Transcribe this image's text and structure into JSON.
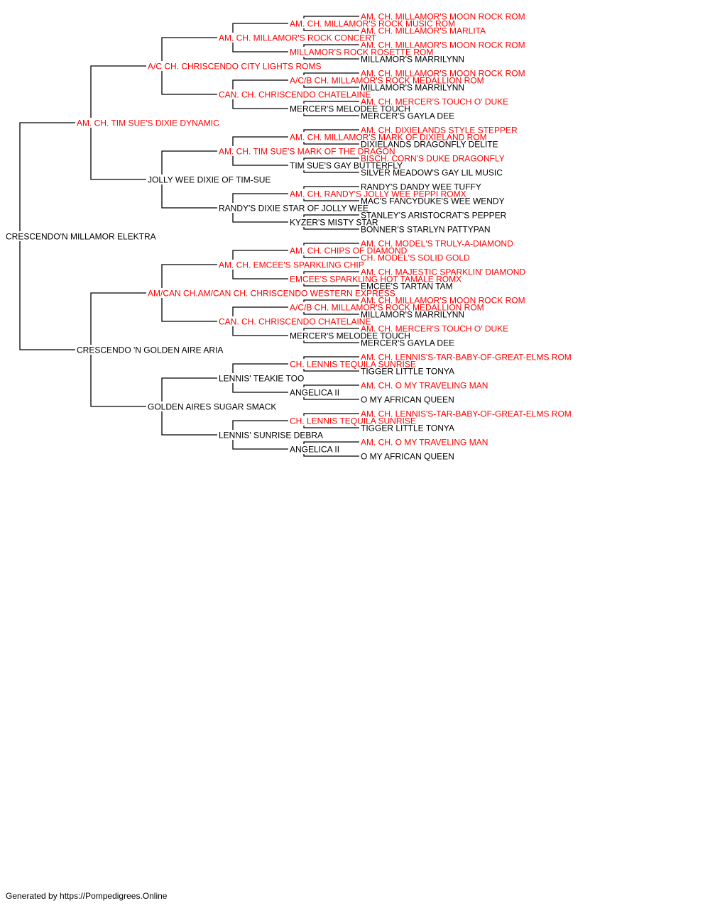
{
  "colors": {
    "champion": "#ff0000",
    "normal": "#000000",
    "line": "#000000"
  },
  "footer": "Generated by https://Pompedigrees.Online",
  "pedigree": {
    "name": "CRESCENDO'N MILLAMOR ELEKTRA",
    "ch": false,
    "sire": {
      "name": "AM. CH. TIM SUE'S DIXIE DYNAMIC",
      "ch": true,
      "sire": {
        "name": "A/C CH. CHRISCENDO CITY LIGHTS ROMS",
        "ch": true,
        "sire": {
          "name": "AM. CH. MILLAMOR'S ROCK CONCERT",
          "ch": true,
          "sire": {
            "name": "AM. CH. MILLAMOR'S ROCK MUSIC ROM",
            "ch": true,
            "sire": {
              "name": "AM. CH. MILLAMOR'S MOON ROCK ROM",
              "ch": true
            },
            "dam": {
              "name": "AM. CH. MILLAMOR'S MARLITA",
              "ch": true
            }
          },
          "dam": {
            "name": "MILLAMOR'S ROCK ROSETTE ROM",
            "ch": true,
            "sire": {
              "name": "AM. CH. MILLAMOR'S MOON ROCK ROM",
              "ch": true
            },
            "dam": {
              "name": "MILLAMOR'S MARRILYNN",
              "ch": false
            }
          }
        },
        "dam": {
          "name": "CAN. CH. CHRISCENDO CHATELAINE",
          "ch": true,
          "sire": {
            "name": "A/C/B CH. MILLAMOR'S ROCK MEDALLION ROM",
            "ch": true,
            "sire": {
              "name": "AM. CH. MILLAMOR'S MOON ROCK ROM",
              "ch": true
            },
            "dam": {
              "name": "MILLAMOR'S MARRILYNN",
              "ch": false
            }
          },
          "dam": {
            "name": "MERCER'S MELODEE TOUCH",
            "ch": false,
            "sire": {
              "name": "AM. CH. MERCER'S TOUCH O' DUKE",
              "ch": true
            },
            "dam": {
              "name": "MERCER'S GAYLA DEE",
              "ch": false
            }
          }
        }
      },
      "dam": {
        "name": "JOLLY WEE DIXIE OF TIM-SUE",
        "ch": false,
        "sire": {
          "name": "AM. CH. TIM SUE'S MARK OF THE DRAGON",
          "ch": true,
          "sire": {
            "name": "AM. CH. MILLAMOR'S MARK OF DIXIELAND ROM",
            "ch": true,
            "sire": {
              "name": "AM. CH. DIXIELANDS STYLE STEPPER",
              "ch": true
            },
            "dam": {
              "name": "DIXIELANDS DRAGONFLY DELITE",
              "ch": false
            }
          },
          "dam": {
            "name": "TIM SUE'S GAY BUTTERFLY",
            "ch": false,
            "sire": {
              "name": "BISCH. CORN'S DUKE DRAGONFLY",
              "ch": true
            },
            "dam": {
              "name": "SILVER MEADOW'S GAY LIL MUSIC",
              "ch": false
            }
          }
        },
        "dam": {
          "name": "RANDY'S DIXIE STAR OF JOLLY WEE",
          "ch": false,
          "sire": {
            "name": "AM. CH. RANDY'S JOLLY WEE PEPPI ROMX",
            "ch": true,
            "sire": {
              "name": "RANDY'S DANDY WEE TUFFY",
              "ch": false
            },
            "dam": {
              "name": "MAC'S FANCYDUKE'S WEE WENDY",
              "ch": false
            }
          },
          "dam": {
            "name": "KYZER'S MISTY STAR",
            "ch": false,
            "sire": {
              "name": "STANLEY'S ARISTOCRAT'S PEPPER",
              "ch": false
            },
            "dam": {
              "name": "BONNER'S STARLYN PATTYPAN",
              "ch": false
            }
          }
        }
      }
    },
    "dam": {
      "name": "CRESCENDO 'N GOLDEN AIRE ARIA",
      "ch": false,
      "sire": {
        "name": "AM/CAN CH.AM/CAN CH. CHRISCENDO WESTERN EXPRESS",
        "ch": true,
        "sire": {
          "name": "AM. CH. EMCEE'S SPARKLING CHIP",
          "ch": true,
          "sire": {
            "name": "AM. CH. CHIPS OF DIAMOND",
            "ch": true,
            "sire": {
              "name": "AM. CH. MODEL'S TRULY-A-DIAMOND",
              "ch": true
            },
            "dam": {
              "name": "CH. MODEL'S SOLID GOLD",
              "ch": true
            }
          },
          "dam": {
            "name": "EMCEE'S SPARKLING HOT TAMALE ROMX",
            "ch": true,
            "sire": {
              "name": "AM. CH. MAJESTIC SPARKLIN' DIAMOND",
              "ch": true
            },
            "dam": {
              "name": "EMCEE'S TARTAN TAM",
              "ch": false
            }
          }
        },
        "dam": {
          "name": "CAN. CH. CHRISCENDO CHATELAINE",
          "ch": true,
          "sire": {
            "name": "A/C/B CH. MILLAMOR'S ROCK MEDALLION ROM",
            "ch": true,
            "sire": {
              "name": "AM. CH. MILLAMOR'S MOON ROCK ROM",
              "ch": true
            },
            "dam": {
              "name": "MILLAMOR'S MARRILYNN",
              "ch": false
            }
          },
          "dam": {
            "name": "MERCER'S MELODEE TOUCH",
            "ch": false,
            "sire": {
              "name": "AM. CH. MERCER'S TOUCH O' DUKE",
              "ch": true
            },
            "dam": {
              "name": "MERCER'S GAYLA DEE",
              "ch": false
            }
          }
        }
      },
      "dam": {
        "name": "GOLDEN AIRES SUGAR SMACK",
        "ch": false,
        "sire": {
          "name": "LENNIS' TEAKIE TOO",
          "ch": false,
          "sire": {
            "name": "CH. LENNIS TEQUILA SUNRISE",
            "ch": true,
            "sire": {
              "name": "AM. CH. LENNIS'S-TAR-BABY-OF-GREAT-ELMS ROM",
              "ch": true
            },
            "dam": {
              "name": "TIGGER LITTLE TONYA",
              "ch": false
            }
          },
          "dam": {
            "name": "ANGELICA II",
            "ch": false,
            "sire": {
              "name": "AM. CH. O MY TRAVELING MAN",
              "ch": true
            },
            "dam": {
              "name": "O MY AFRICAN QUEEN",
              "ch": false
            }
          }
        },
        "dam": {
          "name": "LENNIS' SUNRISE DEBRA",
          "ch": false,
          "sire": {
            "name": "CH. LENNIS TEQUILA SUNRISE",
            "ch": true,
            "sire": {
              "name": "AM. CH. LENNIS'S-TAR-BABY-OF-GREAT-ELMS ROM",
              "ch": true
            },
            "dam": {
              "name": "TIGGER LITTLE TONYA",
              "ch": false
            }
          },
          "dam": {
            "name": "ANGELICA II",
            "ch": false,
            "sire": {
              "name": "AM. CH. O MY TRAVELING MAN",
              "ch": true
            },
            "dam": {
              "name": "O MY AFRICAN QUEEN",
              "ch": false
            }
          }
        }
      }
    }
  }
}
